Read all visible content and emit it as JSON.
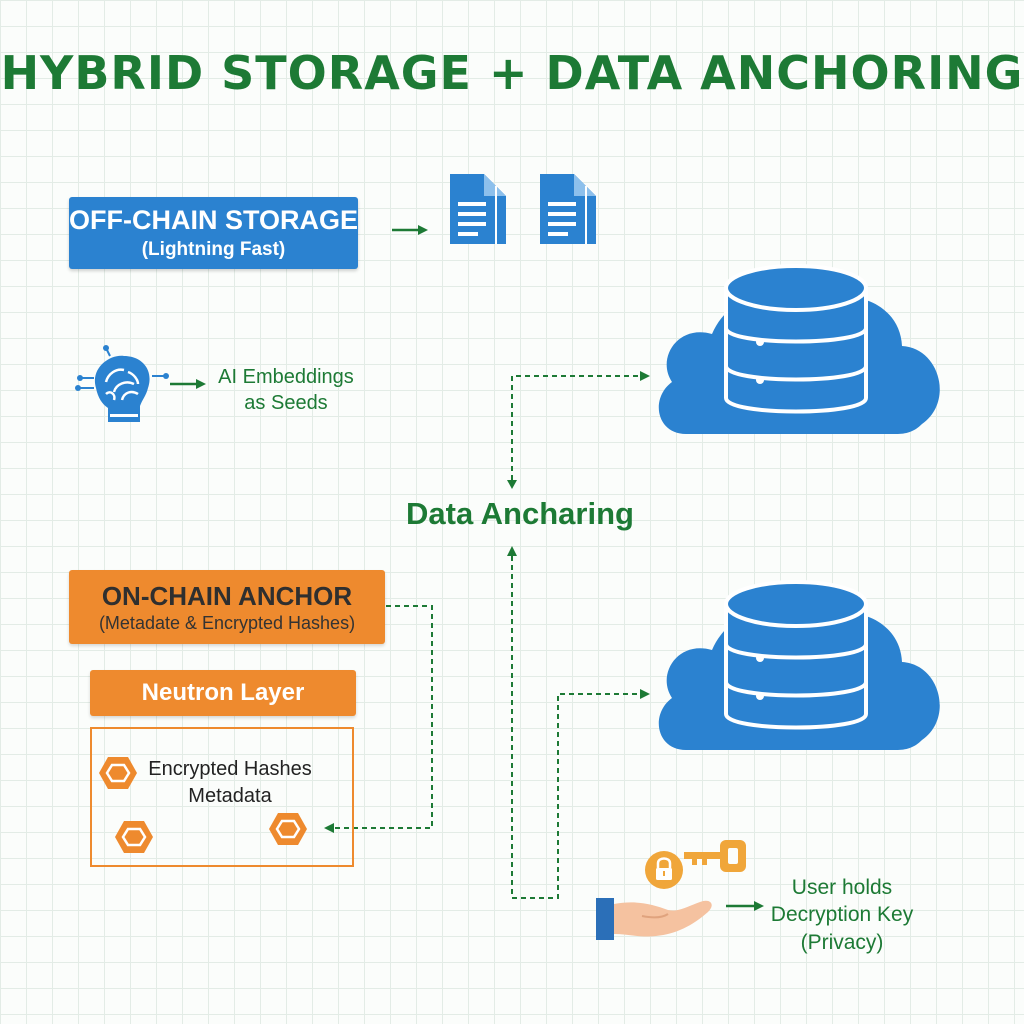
{
  "title": "HYBRID STORAGE + DATA ANCHORING",
  "offchain": {
    "title": "OFF-CHAIN STORAGE",
    "subtitle": "(Lightning Fast)"
  },
  "ai": {
    "line1": "AI Embeddings",
    "line2": "as Seeds"
  },
  "anchoring_label": "Data Ancharing",
  "onchain": {
    "title": "ON-CHAIN ANCHOR",
    "subtitle": "(Metadate & Encrypted Hashes)"
  },
  "neutron": {
    "label": "Neutron Layer"
  },
  "hashes": {
    "line1": "Encrypted Hashes",
    "line2": "Metadata"
  },
  "user": {
    "line1": "User holds",
    "line2": "Decryption Key",
    "line3": "(Privacy)"
  },
  "icons": [
    "document-icon",
    "brain-icon",
    "cloud-database-icon",
    "hexagon-icon",
    "lock-icon",
    "key-icon",
    "hand-icon"
  ],
  "colors": {
    "green": "#1d7a35",
    "blue": "#2b82d0",
    "orange": "#ee8a2e"
  }
}
